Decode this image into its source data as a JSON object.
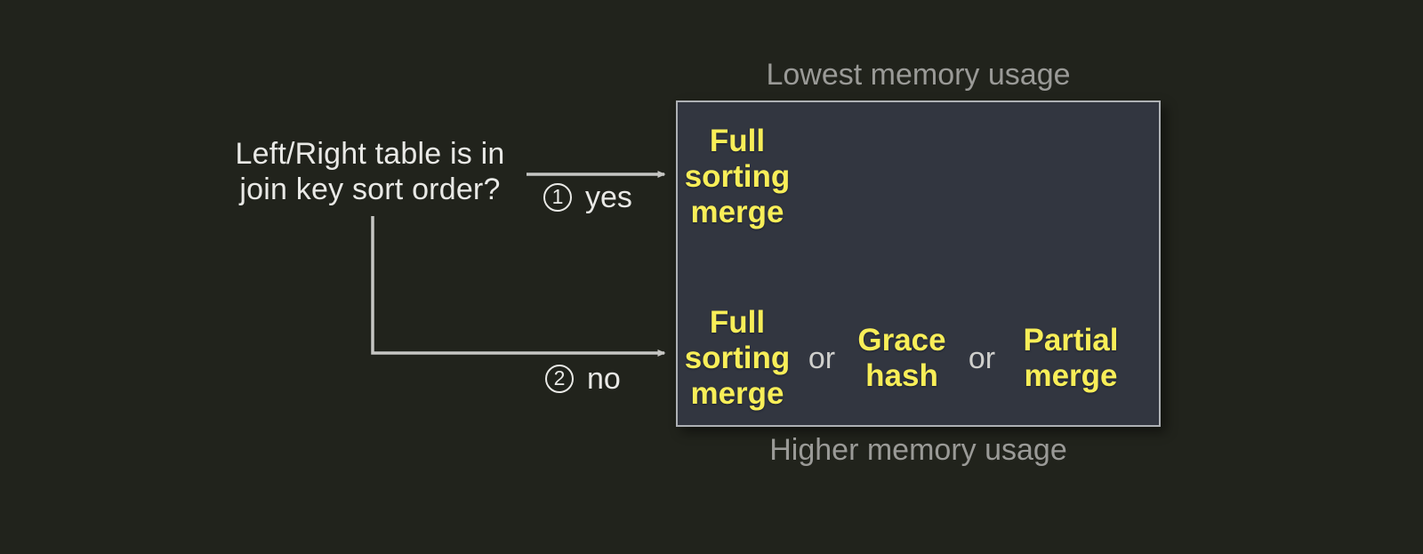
{
  "colors": {
    "background": "#21231c",
    "box_fill": "#323640",
    "box_border": "#aeb1b5",
    "option_text": "#f8ee58",
    "memory_label": "#9a9a97",
    "question_text": "#e9e9e6",
    "connector": "#c6c6c3",
    "or_text": "#cfcfcc"
  },
  "question": {
    "line1": "Left/Right table is in",
    "line2": "join key sort order?"
  },
  "branches": [
    {
      "number": "1",
      "label": "yes"
    },
    {
      "number": "2",
      "label": "no"
    }
  ],
  "box": {
    "title_top": "Lowest memory usage",
    "title_bottom": "Higher memory usage",
    "row1": {
      "options": [
        {
          "lines": [
            "Full",
            "sorting",
            "merge"
          ]
        }
      ]
    },
    "row2": {
      "separator": "or",
      "options": [
        {
          "lines": [
            "Full",
            "sorting",
            "merge"
          ]
        },
        {
          "lines": [
            "Grace",
            "hash"
          ]
        },
        {
          "lines": [
            "Partial",
            "merge"
          ]
        }
      ]
    }
  }
}
